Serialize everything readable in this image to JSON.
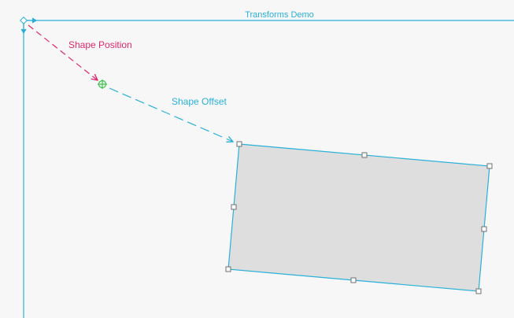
{
  "frame": {
    "title": "Transforms Demo"
  },
  "labels": {
    "shape_position": "Shape Position",
    "shape_offset": "Shape Offset"
  },
  "colors": {
    "frame_line": "#29b0d9",
    "position_arrow": "#e0276b",
    "offset_arrow": "#29b0d9",
    "origin_marker": "#39c34a",
    "shape_fill": "#dedede",
    "shape_stroke": "#29b0d9",
    "background": "#f7f7f7"
  },
  "icons": {
    "origin_marker": "crosshair-circle-icon",
    "frame_origin": "axis-arrows-icon"
  }
}
